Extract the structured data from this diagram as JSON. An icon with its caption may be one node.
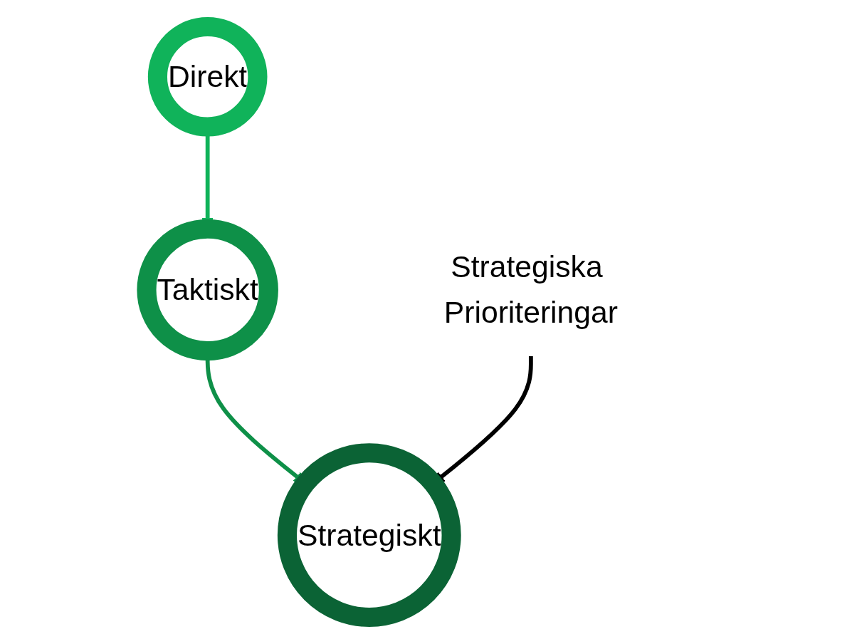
{
  "diagram": {
    "nodes": [
      {
        "text": [
          "Direkt"
        ]
      },
      {
        "text": [
          "Taktiskt"
        ]
      },
      {
        "text": [
          "Strategiskt"
        ]
      },
      {
        "text": [
          "Strategiska Prioriteringar"
        ]
      }
    ],
    "edges": [
      {
        "from": 0,
        "to": 1,
        "arrow": "to",
        "color": "#10b35a"
      },
      {
        "from": 1,
        "to": 2,
        "arrow": "to",
        "color": "#0e9048"
      },
      {
        "from": 3,
        "to": 2,
        "arrow": "to",
        "color": "#000000"
      }
    ]
  }
}
